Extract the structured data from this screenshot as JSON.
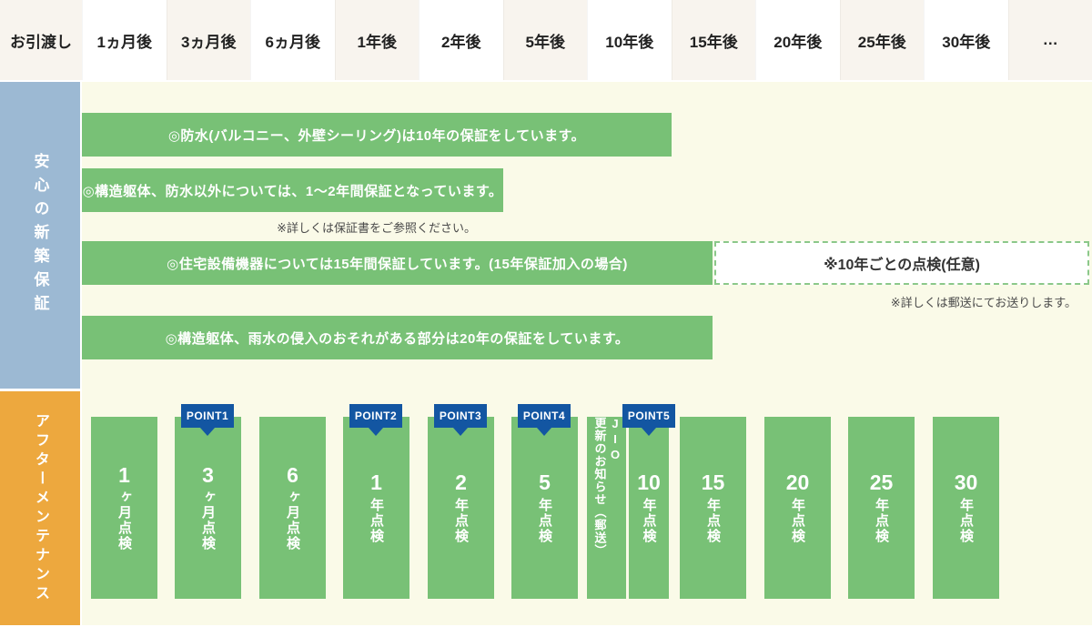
{
  "header": {
    "cells": [
      "お引渡し",
      "1ヵ月後",
      "3ヵ月後",
      "6ヵ月後",
      "1年後",
      "2年後",
      "5年後",
      "10年後",
      "15年後",
      "20年後",
      "25年後",
      "30年後",
      "…"
    ]
  },
  "warranty": {
    "section_label": "安心の新築保証",
    "bar_waterproof": "◎防水(バルコニー、外壁シーリング)は10年の保証をしています。",
    "bar_general": "◎構造躯体、防水以外については、1〜2年間保証となっています。",
    "note_certificate": "※詳しくは保証書をご参照ください。",
    "bar_equipment": "◎住宅設備機器については15年間保証しています。(15年保証加入の場合)",
    "optional_inspection": "※10年ごとの点検(任意)",
    "note_mail": "※詳しくは郵送にてお送りします。",
    "bar_structure": "◎構造躯体、雨水の侵入のおそれがある部分は20年の保証をしています。"
  },
  "maintenance": {
    "section_label": "アフターメンテナンス",
    "bars": [
      {
        "num": "1",
        "unit": "ヶ月点検"
      },
      {
        "num": "3",
        "unit": "ヶ月点検",
        "badge": "POINT1"
      },
      {
        "num": "6",
        "unit": "ヶ月点検"
      },
      {
        "num": "1",
        "unit": "年点検",
        "badge": "POINT2"
      },
      {
        "num": "2",
        "unit": "年点検",
        "badge": "POINT3"
      },
      {
        "num": "5",
        "unit": "年点検",
        "badge": "POINT4"
      },
      {
        "latin": "JIO",
        "label": "更新のお知らせ（郵送）"
      },
      {
        "num": "10",
        "unit": "年点検",
        "badge": "POINT5"
      },
      {
        "num": "15",
        "unit": "年点検"
      },
      {
        "num": "20",
        "unit": "年点検"
      },
      {
        "num": "25",
        "unit": "年点検"
      },
      {
        "num": "30",
        "unit": "年点検"
      }
    ]
  },
  "colors": {
    "bar_green": "#78c176",
    "sidebar_blue": "#9cb9d3",
    "sidebar_orange": "#eda83e",
    "badge_blue": "#1356a2",
    "content_cream": "#fafae8",
    "header_beige": "#f8f4ee"
  }
}
